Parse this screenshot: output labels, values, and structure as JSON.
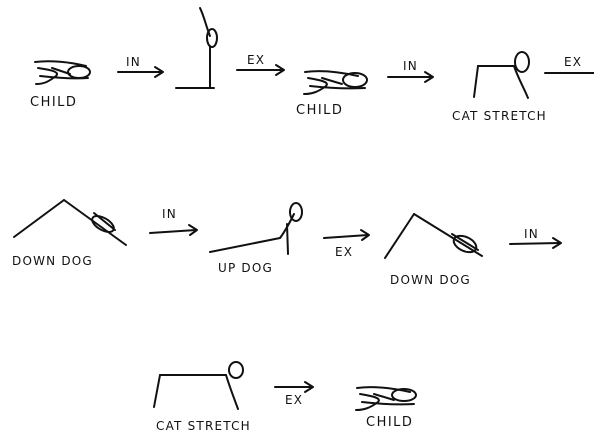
{
  "colors": {
    "ink": "#111111",
    "background": "#ffffff"
  },
  "row1": {
    "pose1": "CHILD",
    "arrow1": "IN",
    "arrow2": "EX",
    "pose3": "CHILD",
    "arrow3": "IN",
    "pose4": "CAT STRETCH",
    "arrow4": "EX"
  },
  "row2": {
    "pose1": "DOWN DOG",
    "arrow1": "IN",
    "pose2": "UP DOG",
    "arrow2": "EX",
    "pose3": "DOWN DOG",
    "arrow3": "IN"
  },
  "row3": {
    "pose1": "CAT STRETCH",
    "arrow1": "EX",
    "pose2": "CHILD"
  }
}
